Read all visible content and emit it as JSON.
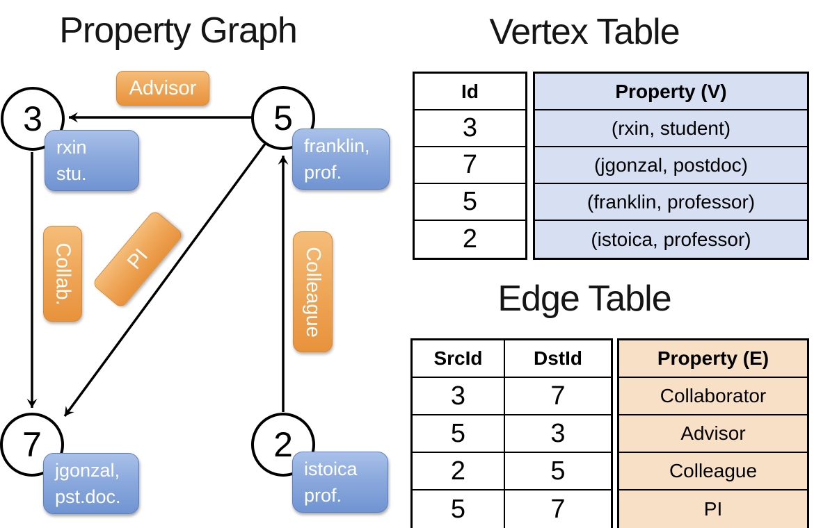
{
  "colors": {
    "orange_top": "#F5BD7A",
    "orange_bottom": "#E8923C",
    "orange_border": "#D9882F",
    "blue_top": "#A9C1EA",
    "blue_bottom": "#7094D2",
    "blue_border": "#5B7EBE",
    "vertex_property_bg": "#D6E0F2",
    "edge_property_bg": "#F7E0C5",
    "line_color": "#000000",
    "box_text": "#FFFFFF"
  },
  "graph": {
    "title": "Property Graph",
    "nodes": [
      {
        "id": "3"
      },
      {
        "id": "5"
      },
      {
        "id": "7"
      },
      {
        "id": "2"
      }
    ],
    "vertex_labels": [
      {
        "line1": "rxin",
        "line2": "stu."
      },
      {
        "line1": "franklin,",
        "line2": "prof."
      },
      {
        "line1": "jgonzal,",
        "line2": "pst.doc."
      },
      {
        "line1": "istoica",
        "line2": "prof."
      }
    ],
    "edge_labels": [
      {
        "label": "Advisor"
      },
      {
        "label": "Collab."
      },
      {
        "label": "PI"
      },
      {
        "label": "Colleague"
      }
    ]
  },
  "vertex_table": {
    "title": "Vertex Table",
    "columns": [
      "Id",
      "Property (V)"
    ],
    "rows": [
      [
        "3",
        "(rxin, student)"
      ],
      [
        "7",
        "(jgonzal, postdoc)"
      ],
      [
        "5",
        "(franklin, professor)"
      ],
      [
        "2",
        "(istoica, professor)"
      ]
    ]
  },
  "edge_table": {
    "title": "Edge Table",
    "columns": [
      "SrcId",
      "DstId",
      "Property (E)"
    ],
    "rows": [
      [
        "3",
        "7",
        "Collaborator"
      ],
      [
        "5",
        "3",
        "Advisor"
      ],
      [
        "2",
        "5",
        "Colleague"
      ],
      [
        "5",
        "7",
        "PI"
      ]
    ]
  }
}
